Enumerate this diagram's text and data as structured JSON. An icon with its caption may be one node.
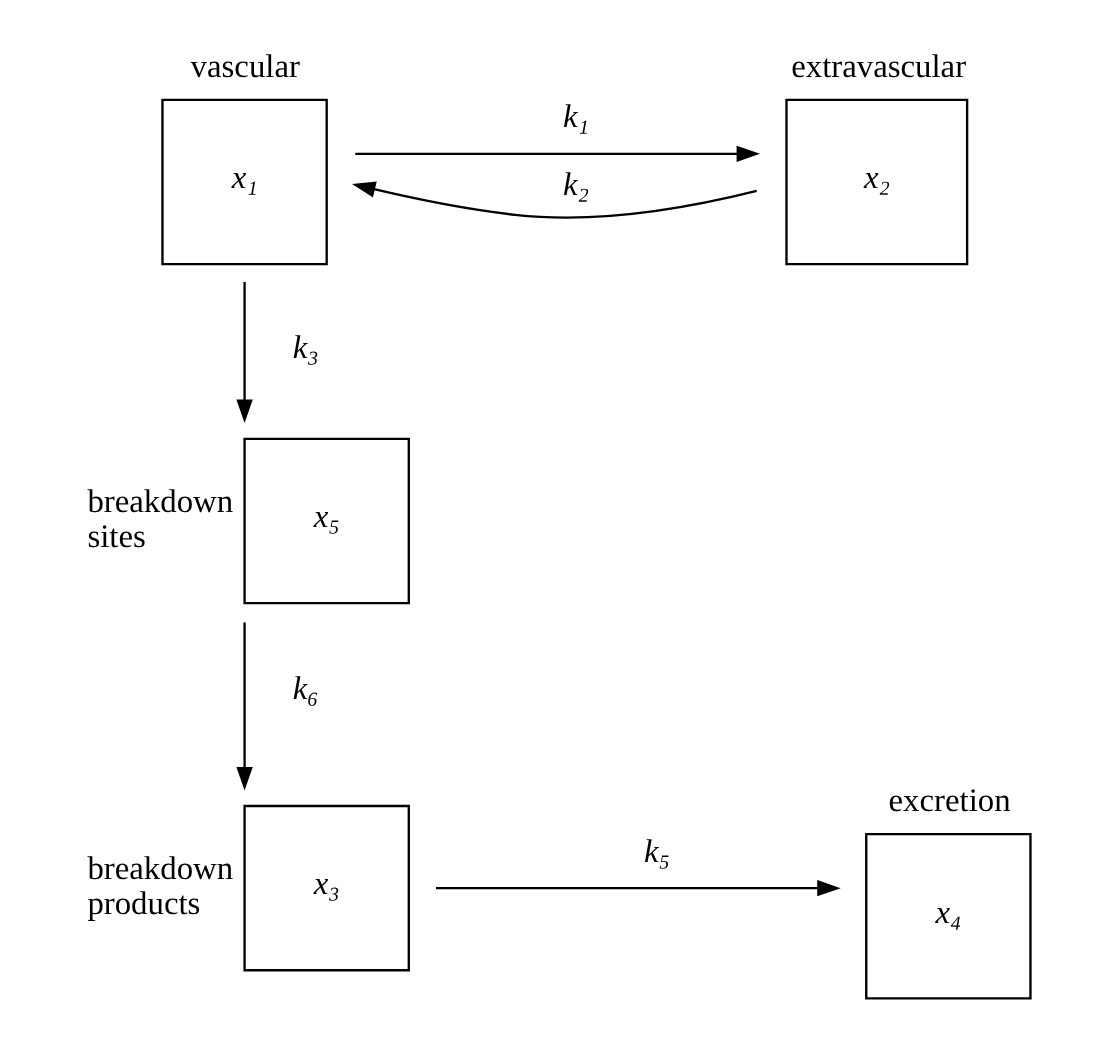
{
  "diagram": {
    "nodes": [
      {
        "text": [
          "vascular",
          "x₁"
        ]
      },
      {
        "text": [
          "extravascular",
          "x₂"
        ]
      },
      {
        "text": [
          "breakdown sites",
          "x₅"
        ]
      },
      {
        "text": [
          "breakdown products",
          "x₃"
        ]
      },
      {
        "text": [
          "excretion",
          "x₄"
        ]
      }
    ],
    "edges": [
      {
        "from": 0,
        "to": 1,
        "arrow": "to",
        "label": "k₁"
      },
      {
        "from": 1,
        "to": 0,
        "arrow": "to",
        "label": "k₂"
      },
      {
        "from": 0,
        "to": 2,
        "arrow": "to",
        "label": "k₃"
      },
      {
        "from": 2,
        "to": 3,
        "arrow": "to",
        "label": "k₆"
      },
      {
        "from": 3,
        "to": 4,
        "arrow": "to",
        "label": "k₅"
      }
    ]
  }
}
